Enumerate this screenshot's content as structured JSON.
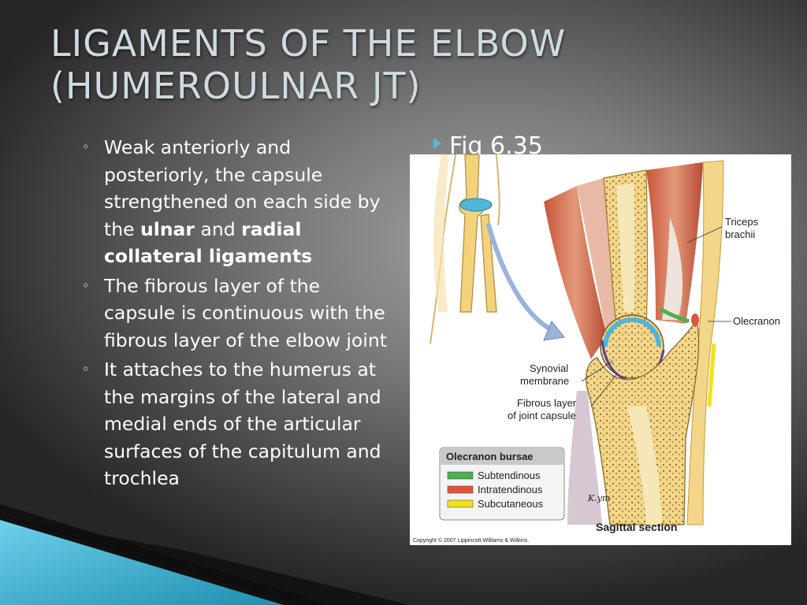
{
  "slide": {
    "title_line1": "LIGAMENTS OF THE ELBOW",
    "title_line2": "(HUMEROULNAR JT)",
    "bullets": [
      {
        "parts": [
          {
            "text": "Weak anteriorly and posteriorly, the capsule strengthened on each side by the ",
            "bold": false
          },
          {
            "text": "ulnar",
            "bold": true
          },
          {
            "text": " and ",
            "bold": false
          },
          {
            "text": "radial collateral ligaments",
            "bold": true
          }
        ]
      },
      {
        "parts": [
          {
            "text": "The fibrous layer of the capsule is continuous with the fibrous layer of the elbow joint",
            "bold": false
          }
        ]
      },
      {
        "parts": [
          {
            "text": "It attaches to the humerus at the margins of the lateral and medial ends of the articular surfaces of the capitulum and trochlea",
            "bold": false
          }
        ]
      }
    ],
    "bullet_marker": "◦",
    "fig_label": "Fig 6.35"
  },
  "figure": {
    "labels": {
      "triceps_1": "Triceps",
      "triceps_2": "brachii",
      "olecranon": "Olecranon",
      "synovial_1": "Synovial",
      "synovial_2": "membrane",
      "fibrous_1": "Fibrous layer",
      "fibrous_2": "of joint capsule",
      "sagittal": "Sagittal section",
      "signature": "K.ym",
      "copyright": "Copyright © 2007 Lippincott Williams & Wilkins."
    },
    "legend": {
      "title": "Olecranon bursae",
      "items": [
        {
          "label": "Subtendinous",
          "color": "#4caf50"
        },
        {
          "label": "Intratendinous",
          "color": "#e0533a"
        },
        {
          "label": "Subcutaneous",
          "color": "#f2e21a"
        }
      ]
    }
  },
  "theme": {
    "accent": "#5bb7d7",
    "title_color": "#cfdbe1",
    "deco_teal": "#2a9fc0"
  }
}
